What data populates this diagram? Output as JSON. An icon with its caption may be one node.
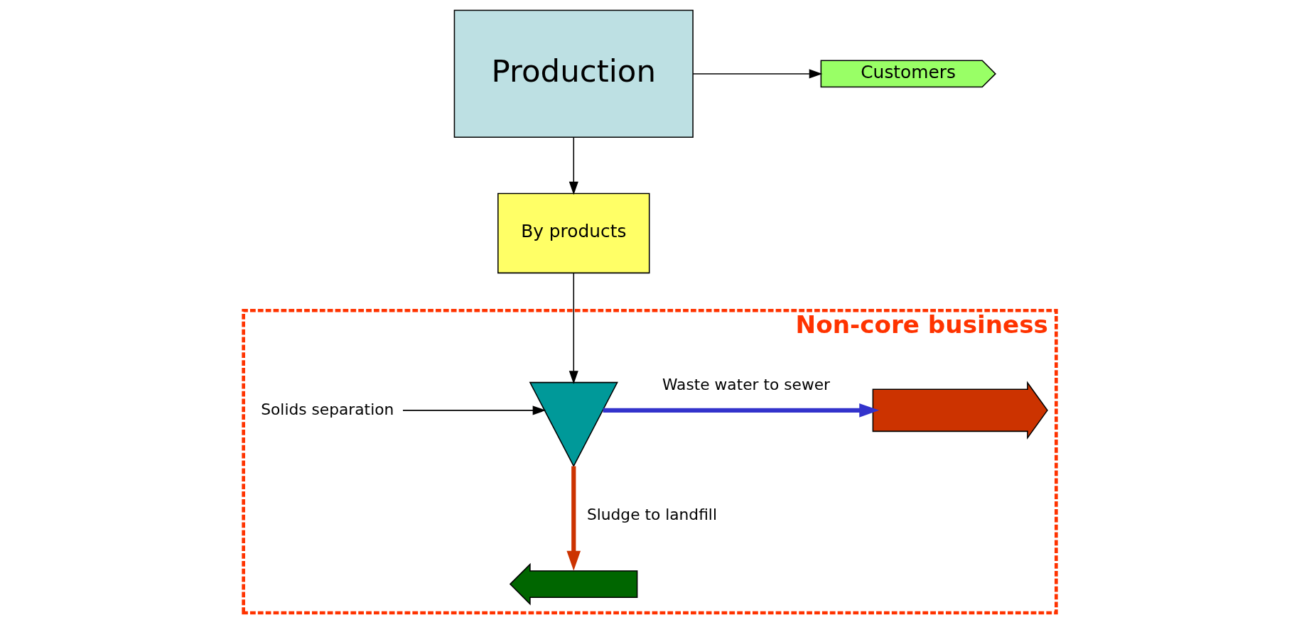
{
  "diagram": {
    "nodes": [
      {
        "text": [
          "Production"
        ]
      },
      {
        "text": [
          "Customers"
        ]
      },
      {
        "text": [
          "By products"
        ]
      },
      {
        "text": [
          "Non-core business"
        ]
      },
      {
        "text": [],
        "shape": "triangle",
        "in": 3
      },
      {
        "text": [
          "Solids separation"
        ],
        "in": 3
      },
      {
        "text": [],
        "shape": "arrow",
        "in": 3
      },
      {
        "text": [],
        "shape": "arrow",
        "in": 3
      }
    ],
    "edges": [
      {
        "from": 0,
        "to": 1,
        "arrow": "to"
      },
      {
        "from": 0,
        "to": 2,
        "arrow": "to"
      },
      {
        "from": 2,
        "to": 4,
        "arrow": "to"
      },
      {
        "from": 5,
        "to": 4,
        "arrow": "to"
      },
      {
        "from": 4,
        "to": 6,
        "arrow": "to",
        "label": "Waste water to sewer",
        "style": "thick",
        "color": "#3333cc"
      },
      {
        "from": 4,
        "to": 7,
        "arrow": "to",
        "label": "Sludge to landfill",
        "style": "thick",
        "color": "#cc3300"
      }
    ]
  }
}
